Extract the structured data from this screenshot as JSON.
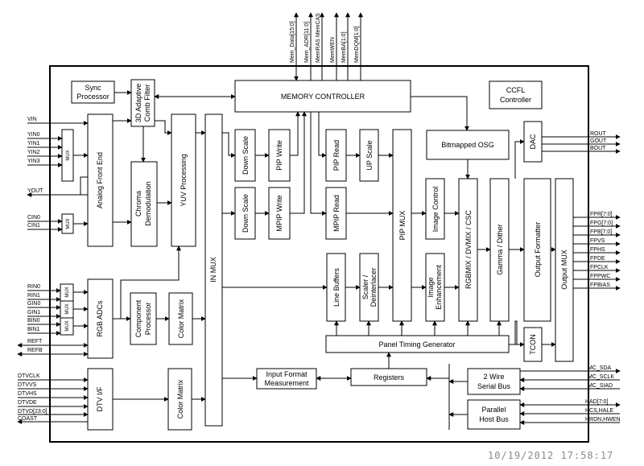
{
  "blocks": {
    "sync_processor": [
      "Sync",
      "Processor"
    ],
    "comb_filter": [
      "3D Adaptive",
      "Comb Filter"
    ],
    "memory_controller": "MEMORY CONTROLLER",
    "ccfl": [
      "CCFL",
      "Controller"
    ],
    "analog_front_end": "Analog Front End",
    "chroma_demod": [
      "Chroma",
      "Demodulation"
    ],
    "yuv_processing": "YUV Processing",
    "in_mux": "IN MUX",
    "down_scale_1": "Down Scale",
    "pip_write": "PIP Write",
    "down_scale_2": "Down Scale",
    "mpip_write": "MPIP Write",
    "pip_read": "PIP Read",
    "up_scale": "UP Scale",
    "mpip_read": "MPIP Read",
    "pip_mux": "PIP MUX",
    "bitmapped_osg": "Bitmapped OSG",
    "image_control": "Image Control",
    "rgbmix": "RGBMIX / DVMIX / CSC",
    "gamma_dither": "Gamma / Dither",
    "dac": "DAC",
    "output_formatter": "Output Formatter",
    "output_mux": "Output MUX",
    "line_buffers": "Line Buffers",
    "scaler": [
      "Scaler /",
      "Deinterlacer"
    ],
    "image_enhancement": [
      "Image",
      "Enhancement"
    ],
    "tcon": "TCON",
    "panel_timing": "Panel Timing Generator",
    "rgb_adcs": "RGB ADCs",
    "component_processor": [
      "Component",
      "Processor"
    ],
    "color_matrix_1": "Color Matrix",
    "color_matrix_2": "Color Matrix",
    "dtv_if": "DTV I/F",
    "input_format": [
      "Input Format",
      "Measurement"
    ],
    "registers": "Registers",
    "two_wire": [
      "2 Wire",
      "Serial Bus"
    ],
    "parallel_host": [
      "Parallel",
      "Host Bus"
    ],
    "mux": "MUX"
  },
  "memory_signals": [
    "Mem_Data[15:0]",
    "Mem_ADR[11:0]",
    "MemRAS MemCAS",
    "MemWEN",
    "MemBA[1:0]",
    "MemDQM[1:0]"
  ],
  "left_signals": {
    "vin": "VIN",
    "yin": [
      "YIN0",
      "YIN1",
      "YIN2",
      "YIN3"
    ],
    "yout": "YOUT",
    "cin": [
      "CIN0",
      "CIN1"
    ],
    "rgb": [
      "RIN0",
      "RIN1",
      "GIN0",
      "GIN1",
      "BIN0",
      "BIN1"
    ],
    "refs": [
      "REFT",
      "REFB"
    ],
    "dtv": [
      "DTVCLK",
      "DTVVS",
      "DTVHS",
      "DTVDE",
      "DTVD[23:0]",
      "COAST"
    ]
  },
  "right_signals": {
    "dac_out": [
      "ROUT",
      "GOUT",
      "BOUT"
    ],
    "panel": [
      "FPR[7:0]",
      "FPG[7:0]",
      "FPB[7:0]",
      "FPVS",
      "FPHS",
      "FPDE",
      "FPCLK",
      "FPPWC",
      "FPBIAS"
    ],
    "serial": [
      "MC_SDA",
      "MC_SCLK",
      "MC_SIAD"
    ],
    "host": [
      "HAD[7:0]",
      "HCS,HALE",
      "HRDN,HWEN"
    ]
  },
  "timestamp": "10/19/2012 17:58:17"
}
